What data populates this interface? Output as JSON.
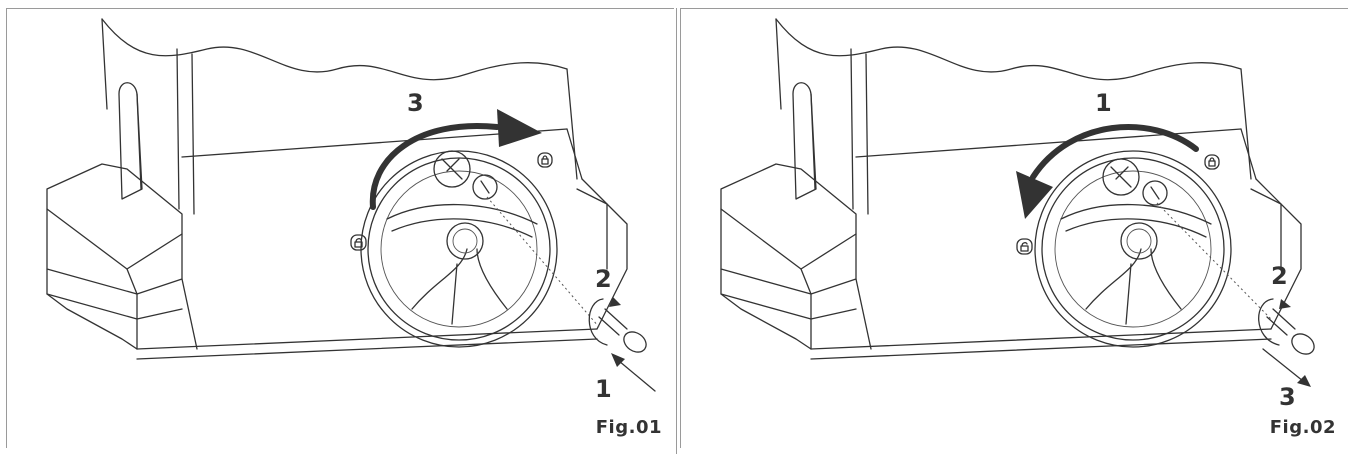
{
  "figures": [
    {
      "caption": "Fig.01",
      "steps": [
        {
          "number": "1"
        },
        {
          "number": "2"
        },
        {
          "number": "3"
        }
      ]
    },
    {
      "caption": "Fig.02",
      "steps": [
        {
          "number": "1"
        },
        {
          "number": "2"
        },
        {
          "number": "3"
        }
      ]
    }
  ],
  "colors": {
    "line": "#333333",
    "border": "#9a9a9a"
  },
  "icons": [
    "padlock-open-icon",
    "padlock-closed-icon",
    "key-icon",
    "rotation-arrow-icon"
  ]
}
